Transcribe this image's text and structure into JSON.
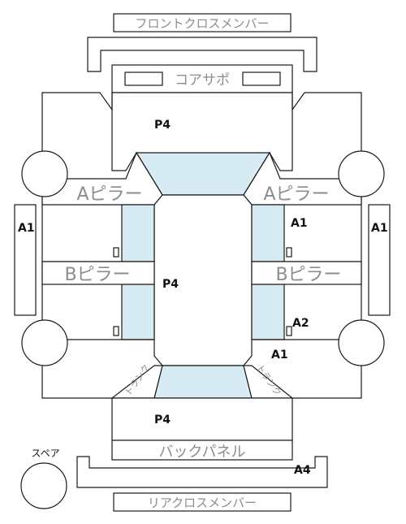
{
  "labels": {
    "front_cross_member": "フロントクロスメンバー",
    "core_support": "コアサポ",
    "a_pillar": "Aピラー",
    "b_pillar": "Bピラー",
    "back_panel": "バックパネル",
    "rear_cross_member": "リアクロスメンバー",
    "spare": "スペア",
    "trunk": "トランク"
  },
  "codes": {
    "top_center": "P4",
    "mid_center": "P4",
    "bottom_center": "P4",
    "left_outer": "A1",
    "right_outer": "A1",
    "right_front_door": "A1",
    "right_rear_door": "A2",
    "right_rear_quarter": "A1",
    "rear_bumper": "A4"
  },
  "colors": {
    "glass": "#d6ebf3",
    "outline": "#1a1a1a",
    "label_gray": "#8c8c8c"
  }
}
